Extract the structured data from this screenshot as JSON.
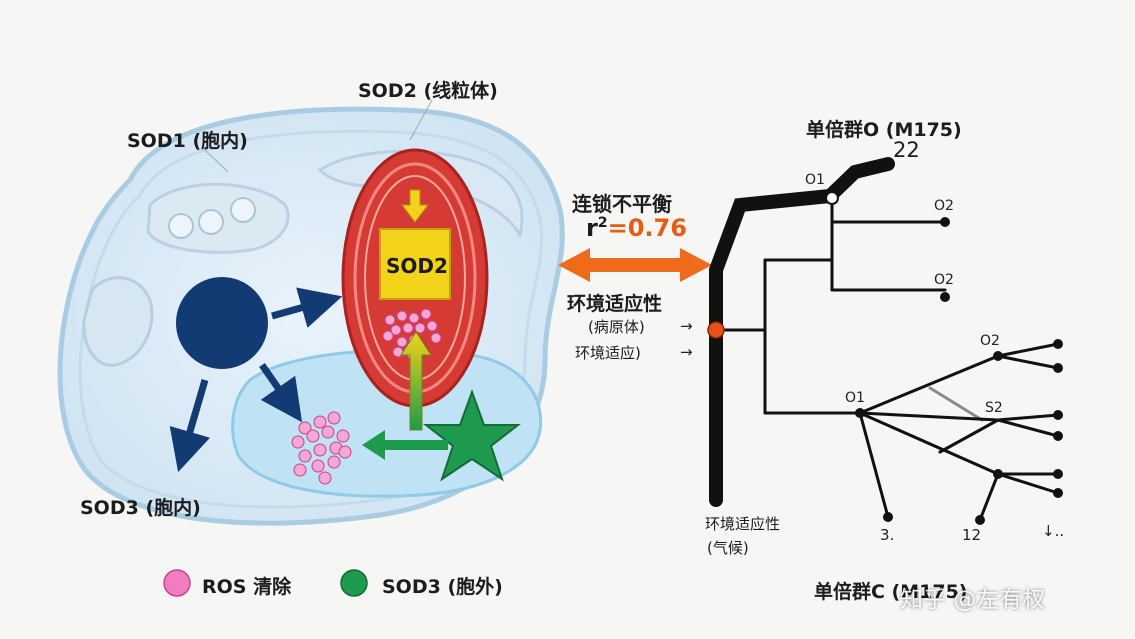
{
  "cell": {
    "sod1_label": "SOD1 (胞内)",
    "sod2_label": "SOD2 (线粒体)",
    "sod2_box": "SOD2",
    "sod3_label": "SOD3 (胞内)"
  },
  "legend": {
    "ros": "ROS 清除",
    "sod3_out": "SOD3 (胞外)"
  },
  "ld": {
    "title": "连锁不平衡",
    "r2_prefix": "r",
    "r2_sup": "2",
    "r2_value": "=0.76"
  },
  "adaptation": {
    "title": "环境适应性",
    "line1": "(病原体)",
    "line2": "环境适应)",
    "arrow": "→"
  },
  "tree": {
    "top_title": "单倍群O (M175)",
    "top_number": "22",
    "nodes": {
      "o1_top": "O1",
      "o2_a": "O2",
      "o2_b": "O2",
      "o2_c": "O2",
      "o1_mid": "O1",
      "s2": "S2",
      "leaf_3": "3.",
      "leaf_12": "12",
      "leaf_arrow": "↓.."
    },
    "trunk_label_1": "环境适应性",
    "trunk_label_2": "(气候)",
    "bottom_title": "单倍群C (M175)"
  },
  "watermark": "知乎 @左有权",
  "colors": {
    "mito_red": "#d63a34",
    "sod2_yellow": "#f2d21a",
    "navy": "#123a73",
    "green": "#1d9a4e",
    "ros_pink": "#ef7dbf",
    "orange": "#ef6a1a",
    "ld_orange": "#e85c12",
    "node_orange": "#e8521a"
  }
}
